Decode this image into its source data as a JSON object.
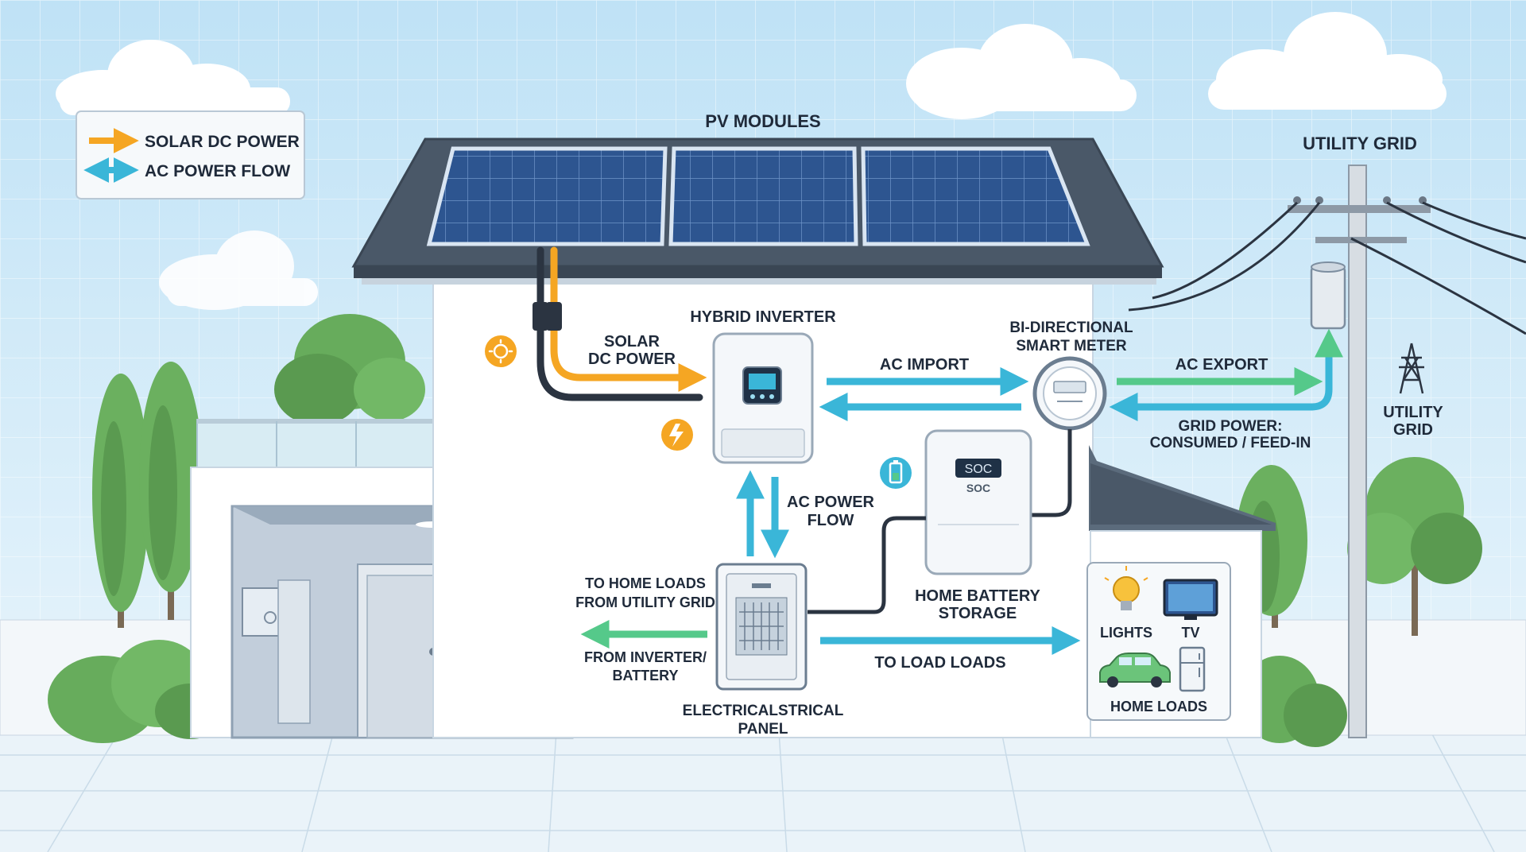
{
  "legend": {
    "dc_label": "SOLAR DC POWER",
    "ac_label": "AC POWER FLOW"
  },
  "labels": {
    "pv_modules": "PV MODULES",
    "utility_grid_top": "UTILITY GRID",
    "hybrid_inverter": "HYBRID INVERTER",
    "solar_dc_1": "SOLAR",
    "solar_dc_2": "DC POWER",
    "ac_import": "AC IMPORT",
    "smart_meter_1": "BI-DIRECTIONAL",
    "smart_meter_2": "SMART METER",
    "ac_export": "AC EXPORT",
    "grid_power_1": "GRID POWER:",
    "grid_power_2": "CONSUMED / FEED-IN",
    "utility_grid_1": "UTILITY",
    "utility_grid_2": "GRID",
    "ac_power_flow_1": "AC POWER",
    "ac_power_flow_2": "FLOW",
    "battery_soc_display": "SOC",
    "battery_soc_label": "SOC",
    "home_battery_1": "HOME BATTERY",
    "home_battery_2": "STORAGE",
    "to_home_loads_1": "TO HOME LOADS",
    "to_home_loads_2": "FROM UTILITY GRID",
    "from_inverter_1": "FROM INVERTER/",
    "from_inverter_2": "BATTERY",
    "to_load_loads": "TO LOAD LOADS",
    "electrical_panel_1": "ELECTRICALSTRICAL",
    "electrical_panel_2": "PANEL",
    "lights": "LIGHTS",
    "tv": "TV",
    "home_loads": "HOME LOADS"
  },
  "colors": {
    "dc_flow": "#f5a623",
    "ac_flow": "#3ab6d8",
    "export_flow": "#55c98a",
    "roof": "#4a5868",
    "solar_panel": "#2a4f86",
    "tree": "#5ea95a"
  },
  "icons": [
    "sun-icon",
    "lightning-icon",
    "battery-icon",
    "bulb-icon",
    "tv-icon",
    "car-icon",
    "fridge-icon",
    "transmission-tower-icon"
  ]
}
